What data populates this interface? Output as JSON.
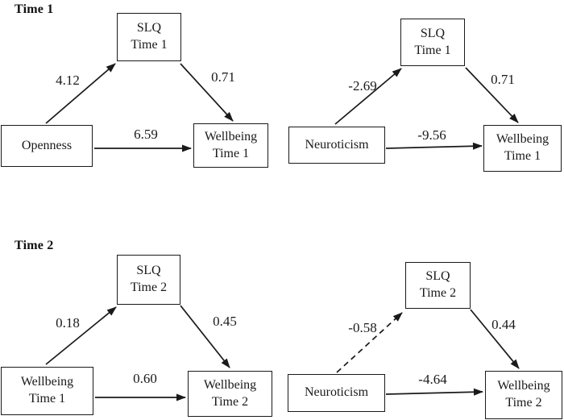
{
  "figure": {
    "type": "mediation-path-diagrams",
    "sections": [
      {
        "label": "Time 1"
      },
      {
        "label": "Time 2"
      }
    ]
  },
  "models": [
    {
      "name": "time1-openness-model",
      "predictor": "Openness",
      "mediator": "SLQ\nTime 1",
      "outcome": "Wellbeing\nTime 1",
      "paths": {
        "a": {
          "value": "4.12",
          "line": "solid"
        },
        "b": {
          "value": "0.71",
          "line": "solid"
        },
        "c": {
          "value": "6.59",
          "line": "solid"
        }
      }
    },
    {
      "name": "time1-neuroticism-model",
      "predictor": "Neuroticism",
      "mediator": "SLQ\nTime 1",
      "outcome": "Wellbeing\nTime 1",
      "paths": {
        "a": {
          "value": "-2.69",
          "line": "solid"
        },
        "b": {
          "value": "0.71",
          "line": "solid"
        },
        "c": {
          "value": "-9.56",
          "line": "solid"
        }
      }
    },
    {
      "name": "time2-wellbeing-model",
      "predictor": "Wellbeing\nTime 1",
      "mediator": "SLQ\nTime 2",
      "outcome": "Wellbeing\nTime 2",
      "paths": {
        "a": {
          "value": "0.18",
          "line": "solid"
        },
        "b": {
          "value": "0.45",
          "line": "solid"
        },
        "c": {
          "value": "0.60",
          "line": "solid"
        }
      }
    },
    {
      "name": "time2-neuroticism-model",
      "predictor": "Neuroticism",
      "mediator": "SLQ\nTime 2",
      "outcome": "Wellbeing\nTime 2",
      "paths": {
        "a": {
          "value": "-0.58",
          "line": "dashed"
        },
        "b": {
          "value": "0.44",
          "line": "solid"
        },
        "c": {
          "value": "-4.64",
          "line": "solid"
        }
      }
    }
  ],
  "colors": {
    "ink": "#1a1a1a",
    "background": "#ffffff"
  }
}
